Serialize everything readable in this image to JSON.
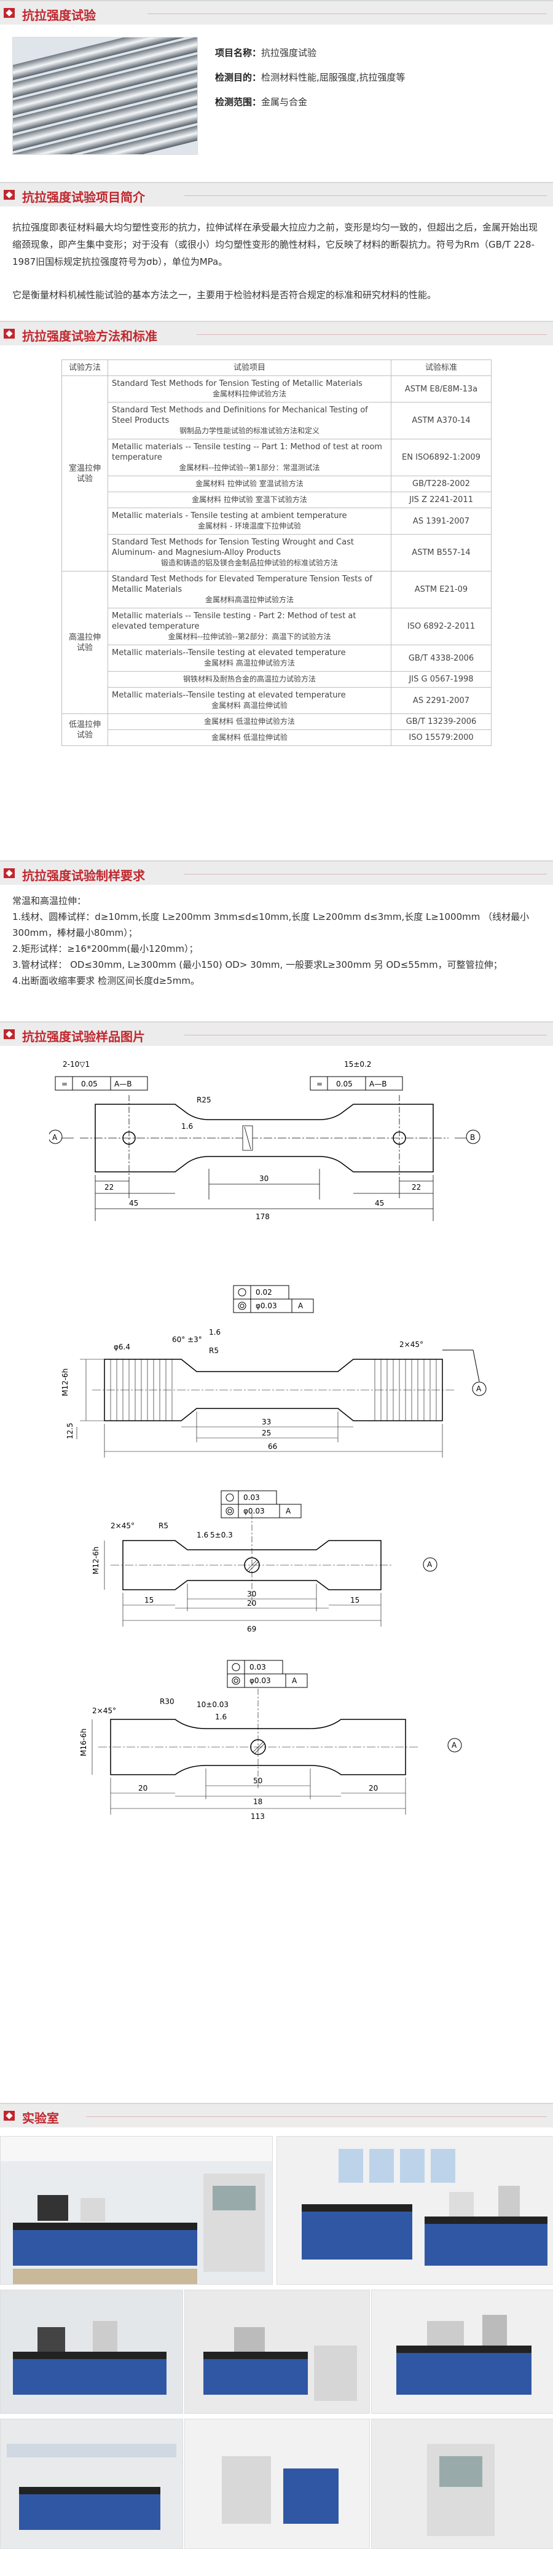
{
  "sections": {
    "s1": "抗拉强度试验",
    "s2": "抗拉强度试验项目简介",
    "s3": "抗拉强度试验方法和标准",
    "s4": "抗拉强度试验制样要求",
    "s5": "抗拉强度试验样品图片",
    "s6": "实验室"
  },
  "info": {
    "name_label": "项目名称：",
    "name": "抗拉强度试验",
    "items_label": "检测目的：",
    "items": "检测材料性能,屈服强度,抗拉强度等",
    "scope_label": "检测范围：",
    "scope": "金属与合金"
  },
  "intro": {
    "p1": "抗拉强度即表征材料最大均匀塑性变形的抗力，拉伸试样在承受最大拉应力之前，变形是均匀一致的，但超出之后，金属开始出现缩颈现象，即产生集中变形；对于没有（或很小）均匀塑性变形的脆性材料，它反映了材料的断裂抗力。符号为Rm（GB/T 228-1987旧国标规定抗拉强度符号为σb），单位为MPa。",
    "p2": "它是衡量材料机械性能试验的基本方法之一，主要用于检验材料是否符合规定的标准和研究材料的性能。"
  },
  "table": {
    "head_method": "试验方法",
    "head_item": "试验项目",
    "head_std": "试验标准",
    "g1": "室温拉伸试验",
    "g2": "高温拉伸试验",
    "g3": "低温拉伸试验",
    "rows1": [
      {
        "en": "Standard Test Methods for Tension Testing of Metallic Materials",
        "cn": "金属材料拉伸试验方法",
        "std": "ASTM E8/E8M-13a"
      },
      {
        "en": "Standard Test Methods and Definitions for Mechanical Testing of Steel Products",
        "cn": "钢制品力学性能试验的标准试验方法和定义",
        "std": "ASTM A370-14"
      },
      {
        "en": "Metallic materials -- Tensile testing -- Part 1: Method of test at room temperature",
        "cn": "金属材料--拉伸试验--第1部分：常温测试法",
        "std": "EN ISO6892-1:2009"
      },
      {
        "en": "",
        "cn": "金属材料 拉伸试验 室温试验方法",
        "std": "GB/T228-2002"
      },
      {
        "en": "",
        "cn": "金属材料 拉伸试验 室温下试验方法",
        "std": "JIS Z 2241-2011"
      },
      {
        "en": "Metallic materials - Tensile testing at ambient temperature",
        "cn": "金属材料 - 环境温度下拉伸试验",
        "std": "AS 1391-2007"
      },
      {
        "en": "Standard Test Methods for Tension Testing Wrought and Cast Aluminum- and Magnesium-Alloy Products",
        "cn": "锻造和铸造的铝及镁合金制品拉伸试验的标准试验方法",
        "std": "ASTM B557-14"
      }
    ],
    "rows2": [
      {
        "en": "Standard Test Methods for Elevated Temperature Tension Tests of Metallic Materials",
        "cn": "金属材料高温拉伸试验方法",
        "std": "ASTM E21-09"
      },
      {
        "en": "Metallic materials -- Tensile testing - Part 2: Method of test at elevated temperature",
        "cn": "金属材料--拉伸试验--第2部分：高温下的试验方法",
        "std": "ISO 6892-2-2011"
      },
      {
        "en": "Metallic materials--Tensile testing at elevated temperature",
        "cn": "金属材料 高温拉伸试验方法",
        "std": "GB/T 4338-2006"
      },
      {
        "en": "",
        "cn": "钢铁材料及耐热合金的高温拉力试验方法",
        "std": "JIS G 0567-1998"
      },
      {
        "en": "Metallic materials--Tensile testing at elevated temperature",
        "cn": "金属材料 高温拉伸试验",
        "std": "AS 2291-2007"
      }
    ],
    "rows3": [
      {
        "en": "",
        "cn": "金属材料 低温拉伸试验方法",
        "std": "GB/T 13239-2006"
      },
      {
        "en": "",
        "cn": "金属材料 低温拉伸试验",
        "std": "ISO 15579:2000"
      }
    ]
  },
  "req": {
    "l1": "常温和高温拉伸：",
    "l2": "1.线材、圆棒试样：d≥10mm,长度 L≥200mm 3mm≤d≤10mm,长度 L≥200mm d≤3mm,长度 L≥1000mm （线材最小300mm，棒材最小80mm）；",
    "l3": "2.矩形试样：≥16*200mm(最小120mm）；",
    "l4": "3.管材试样： OD≤30mm, L≥300mm (最小150) OD> 30mm, 一般要求L≥300mm 另 OD≤55mm，可整管拉伸；",
    "l5": "4.出断面收缩率要求 检测区间长度d≥5mm。"
  },
  "drawings": {
    "d1": {
      "tol1": "2-10▽1",
      "g1": "0.05",
      "g1r": "A—B",
      "tol2": "15±0.2",
      "g2": "0.05",
      "g2r": "A—B",
      "r": "R25",
      "ra": "1.6",
      "n1": "22",
      "n2": "45",
      "n3": "30",
      "n4": "45",
      "n5": "22",
      "total": "178",
      "a": "A",
      "b": "B"
    },
    "d2": {
      "t1": "0.02",
      "t2": "φ0.03",
      "t2r": "A",
      "ang": "60° ±3°",
      "r1": "R5",
      "ch": "2×45°",
      "dia": "φ6.4",
      "m": "M12-6h",
      "d1": "12.5",
      "l1": "33",
      "l2": "25",
      "total": "66",
      "ra": "1.6",
      "a": "A"
    },
    "d3": {
      "t1": "0.03",
      "t2": "φ0.03",
      "t2r": "A",
      "tol": "5±0.3",
      "ch": "2×45°",
      "r": "R5",
      "m": "M12-6h",
      "l1": "15",
      "l2": "30",
      "l3": "20",
      "l4": "15",
      "total": "69",
      "ra": "1.6",
      "a": "A"
    },
    "d4": {
      "t1": "0.03",
      "t2": "φ0.03",
      "t2r": "A",
      "tol": "10±0.03",
      "r": "R30",
      "ch": "2×45°",
      "m": "M16-6h",
      "l1": "20",
      "l2": "50",
      "l3": "18",
      "total": "113",
      "ra": "1.6",
      "a": "A"
    }
  }
}
